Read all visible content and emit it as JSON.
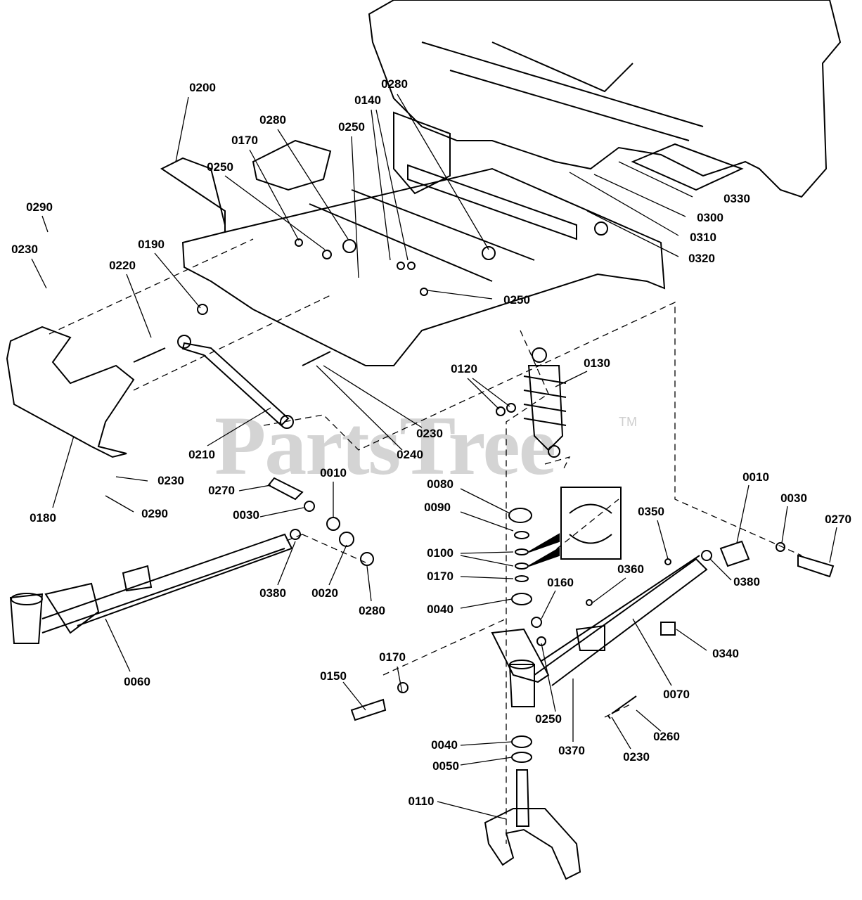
{
  "watermark": {
    "text": "PartsTree",
    "tm": "TM"
  },
  "callouts": [
    "0200",
    "0280",
    "0170",
    "0250",
    "0140",
    "0280",
    "0250",
    "0290",
    "0230",
    "0190",
    "0220",
    "0330",
    "0300",
    "0310",
    "0320",
    "0250",
    "0130",
    "0120",
    "0230",
    "0240",
    "0210",
    "0270",
    "0010",
    "0030",
    "0230",
    "0290",
    "0180",
    "0080",
    "0090",
    "0100",
    "0170",
    "0040",
    "0160",
    "0360",
    "0350",
    "0010",
    "0030",
    "0270",
    "0380",
    "0340",
    "0070",
    "0380",
    "0020",
    "0280",
    "0060",
    "0170",
    "0150",
    "0250",
    "0370",
    "0260",
    "0230",
    "0040",
    "0050",
    "0110"
  ]
}
